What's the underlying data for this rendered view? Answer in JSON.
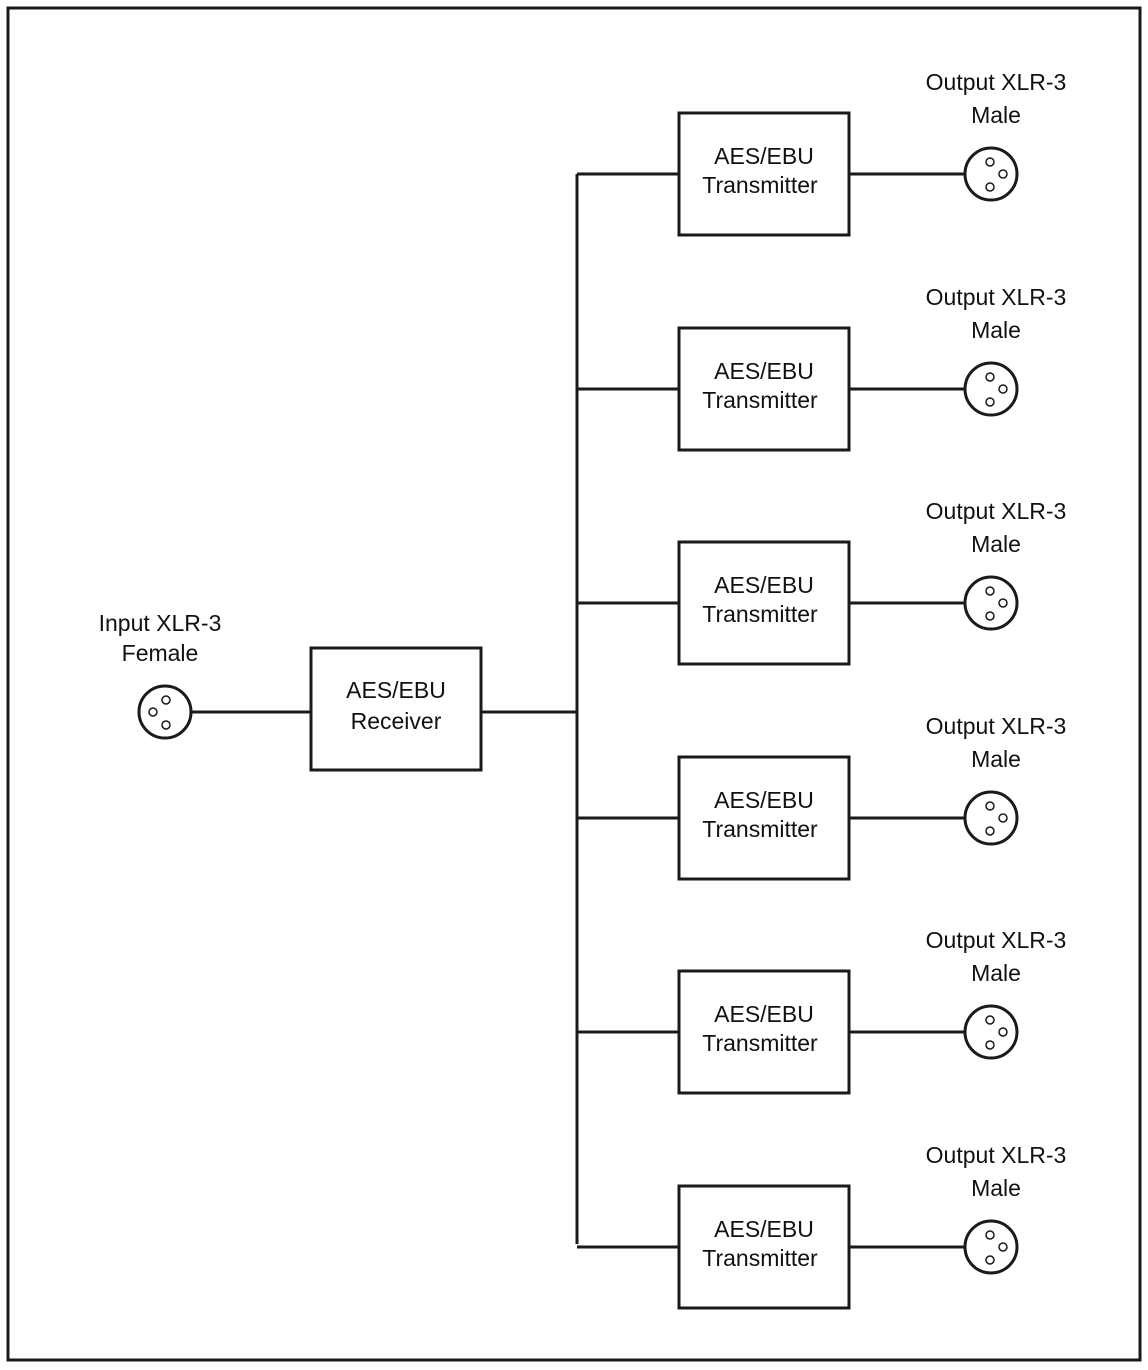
{
  "input": {
    "label_line1": "Input XLR-3",
    "label_line2": "Female",
    "connector_icon": "xlr-3-female-connector-icon"
  },
  "receiver": {
    "line1": "AES/EBU",
    "line2": "Receiver"
  },
  "transmitters": [
    {
      "line1": "AES/EBU",
      "line2": "Transmitter",
      "out_line1": "Output XLR-3",
      "out_line2": "Male"
    },
    {
      "line1": "AES/EBU",
      "line2": "Transmitter",
      "out_line1": "Output XLR-3",
      "out_line2": "Male"
    },
    {
      "line1": "AES/EBU",
      "line2": "Transmitter",
      "out_line1": "Output XLR-3",
      "out_line2": "Male"
    },
    {
      "line1": "AES/EBU",
      "line2": "Transmitter",
      "out_line1": "Output XLR-3",
      "out_line2": "Male"
    },
    {
      "line1": "AES/EBU",
      "line2": "Transmitter",
      "out_line1": "Output XLR-3",
      "out_line2": "Male"
    },
    {
      "line1": "AES/EBU",
      "line2": "Transmitter",
      "out_line1": "Output XLR-3",
      "out_line2": "Male"
    }
  ],
  "output_connector_icon": "xlr-3-male-connector-icon",
  "colors": {
    "line": "#1a1a1a",
    "background": "#ffffff"
  }
}
